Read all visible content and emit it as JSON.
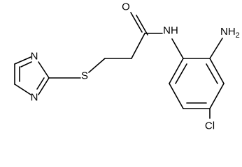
{
  "diagram_type": "chemical-structure",
  "colors": {
    "background": "#ffffff",
    "ink": "#000000"
  },
  "atoms": {
    "oxygen": "O",
    "amide_nh": "NH",
    "amino": "NH2",
    "chlorine": "Cl",
    "sulfur": "S",
    "pyrimidine_n_upper": "N",
    "pyrimidine_n_lower": "N"
  }
}
